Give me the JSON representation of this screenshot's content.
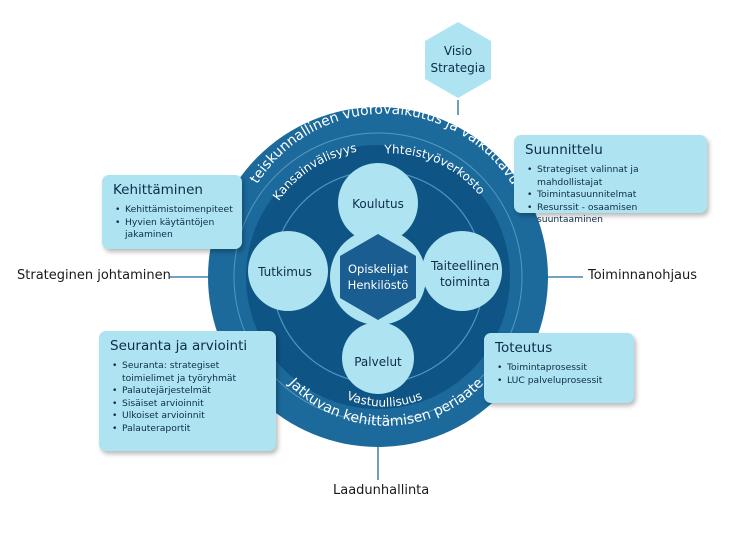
{
  "vision": {
    "line1": "Visio",
    "line2": "Strategia"
  },
  "outer_ring": {
    "top_text": "Yhteiskunnallinen vuorovaikutus ja vaikuttavuus",
    "bottom_text": "Jatkuvan kehittämisen periaate"
  },
  "middle_ring": {
    "top_left": "Kansainvälisyys",
    "top_right": "Yhteistyöverkosto",
    "bottom": "Vastuullisuus"
  },
  "core": {
    "center_line1": "Opiskelijat",
    "center_line2": "Henkilöstö",
    "top": "Koulutus",
    "left": "Tutkimus",
    "right_line1": "Taiteellinen",
    "right_line2": "toiminta",
    "bottom": "Palvelut"
  },
  "boxes": {
    "planning": {
      "title": "Suunnittelu",
      "items": [
        "Strategiset valinnat ja mahdollistajat",
        "Toimintasuunnitelmat",
        "Resurssit - osaamisen suuntaaminen"
      ]
    },
    "development": {
      "title": "Kehittäminen",
      "items": [
        "Kehittämistoimenpiteet",
        "Hyvien käytäntöjen jakaminen"
      ]
    },
    "monitoring": {
      "title": "Seuranta ja arviointi",
      "items": [
        "Seuranta: strategiset toimielimet ja työryhmät",
        "Palautejärjestelmät",
        "Sisäiset arvioinnit",
        "Ulkoiset arvioinnit",
        "Palauteraportit"
      ]
    },
    "implementation": {
      "title": "Toteutus",
      "items": [
        "Toimintaprosessit",
        "LUC palveluprosessit"
      ]
    }
  },
  "side_labels": {
    "left": "Strateginen johtaminen",
    "right": "Toiminnanohjaus",
    "bottom": "Laadunhallinta"
  },
  "colors": {
    "outer_ring": "#1c6a9b",
    "inner_disc": "#0e5585",
    "light_blue": "#aee3f1",
    "center_hexagon": "#1a5d90",
    "dark_text": "#0d2d4a"
  }
}
